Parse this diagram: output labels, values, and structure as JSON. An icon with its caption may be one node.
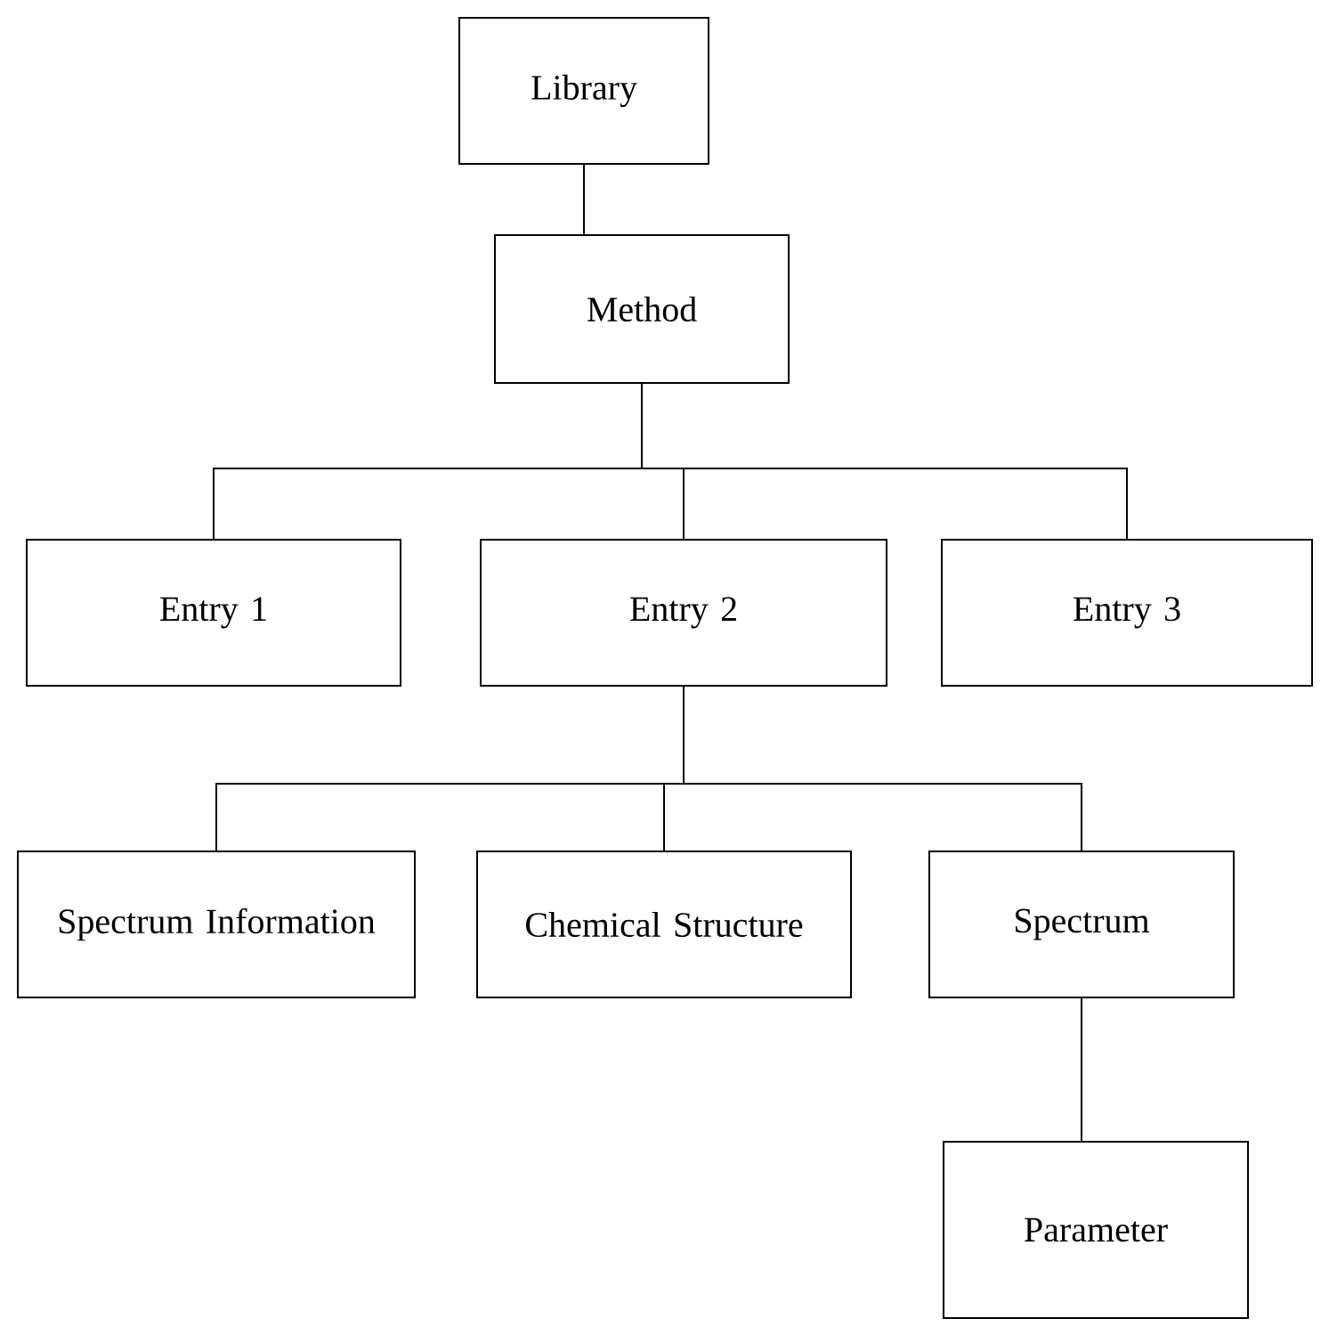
{
  "diagram": {
    "nodes": [
      {
        "text": [
          "Library"
        ]
      },
      {
        "text": [
          "Method"
        ]
      },
      {
        "text": [
          "Entry 1"
        ]
      },
      {
        "text": [
          "Entry 2"
        ]
      },
      {
        "text": [
          "Entry 3"
        ]
      },
      {
        "text": [
          "Spectrum Information"
        ]
      },
      {
        "text": [
          "Chemical Structure"
        ]
      },
      {
        "text": [
          "Spectrum"
        ]
      },
      {
        "text": [
          "Parameter"
        ]
      }
    ],
    "edges": [
      {
        "from": 0,
        "to": 1,
        "arrow": "none"
      },
      {
        "from": 1,
        "to": 2,
        "arrow": "none"
      },
      {
        "from": 1,
        "to": 3,
        "arrow": "none"
      },
      {
        "from": 1,
        "to": 4,
        "arrow": "none"
      },
      {
        "from": 3,
        "to": 5,
        "arrow": "none"
      },
      {
        "from": 3,
        "to": 6,
        "arrow": "none"
      },
      {
        "from": 3,
        "to": 7,
        "arrow": "none"
      },
      {
        "from": 7,
        "to": 8,
        "arrow": "none"
      }
    ]
  }
}
